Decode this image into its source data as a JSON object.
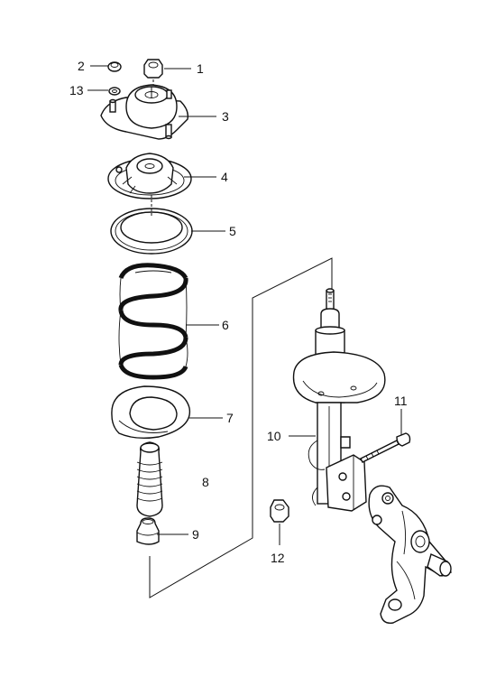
{
  "callouts": {
    "c1": "1",
    "c2": "2",
    "c3": "3",
    "c4": "4",
    "c5": "5",
    "c6": "6",
    "c7": "7",
    "c8": "8",
    "c9": "9",
    "c10": "10",
    "c11": "11",
    "c12": "12",
    "c13": "13"
  },
  "colors": {
    "ink": "#111111",
    "background": "#ffffff"
  }
}
